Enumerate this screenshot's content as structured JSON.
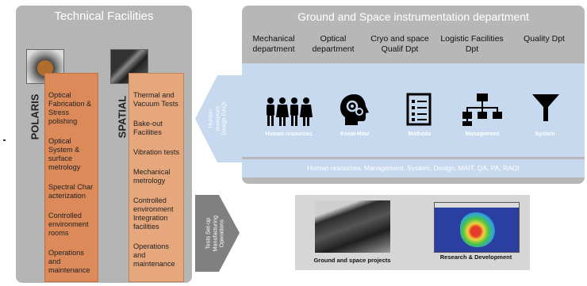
{
  "technical_facilities": {
    "title": "Technical Facilities",
    "polaris": {
      "label": "POLARIS",
      "items": [
        "Optical Fabrication & Stress polishing",
        "Optical System & surface metrology",
        "Spectral Characterization",
        "Controlled environment rooms",
        "Operations and maintenance"
      ]
    },
    "spatial": {
      "label": "SPATIAL",
      "items": [
        "Thermal and Vacuum Tests",
        "Bake-out Facilities",
        "Vibration tests",
        "Mechanical metrology",
        "Controlled environment Integration facilities",
        "Operations and maintenance"
      ]
    }
  },
  "ground_space": {
    "title": "Ground and Space instrumentation department",
    "departments": [
      "Mechanical department",
      "Optical department",
      "Cryo and space Qualif Dpt",
      "Logistic Facilities Dpt",
      "Quality Dpt"
    ],
    "icons": [
      {
        "icon": "people-icon",
        "label": "Human resources"
      },
      {
        "icon": "head-gear-icon",
        "label": "Know-How"
      },
      {
        "icon": "checklist-icon",
        "label": "Methods"
      },
      {
        "icon": "org-chart-icon",
        "label": "Management"
      },
      {
        "icon": "funnel-icon",
        "label": "System"
      }
    ],
    "bottom_text": "Human resources, Management, System, Design, MAIT, QA, PA, RAQI"
  },
  "arrows": {
    "upper": "Human resources Design RAQI",
    "lower": "Tests Set-up Manufacturing Operations"
  },
  "projects": {
    "left_caption": "Ground and space projects",
    "right_caption": "Research & Development"
  },
  "colors": {
    "panel_gray": "#b5b5b5",
    "orange": "#dc8a5a",
    "light_orange": "#e7a77c",
    "band_blue": "#c7d9ee"
  }
}
